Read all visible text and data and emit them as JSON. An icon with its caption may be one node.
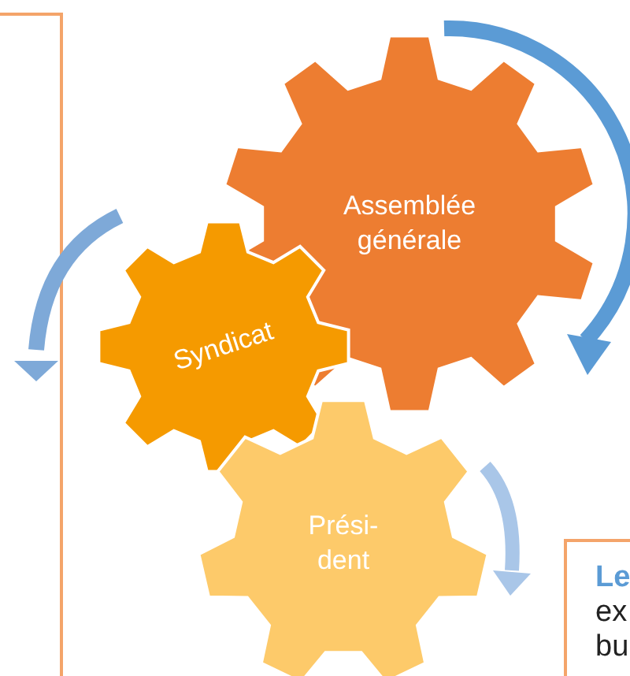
{
  "diagram": {
    "nodes": [
      {
        "text": [],
        "shape": "box"
      },
      {
        "text": [
          "Assemblée générale"
        ]
      },
      {
        "text": [
          "Syndicat"
        ]
      },
      {
        "text": [
          "Prési- dent"
        ]
      },
      {
        "text": [
          "Le",
          "ex bu"
        ]
      }
    ]
  }
}
